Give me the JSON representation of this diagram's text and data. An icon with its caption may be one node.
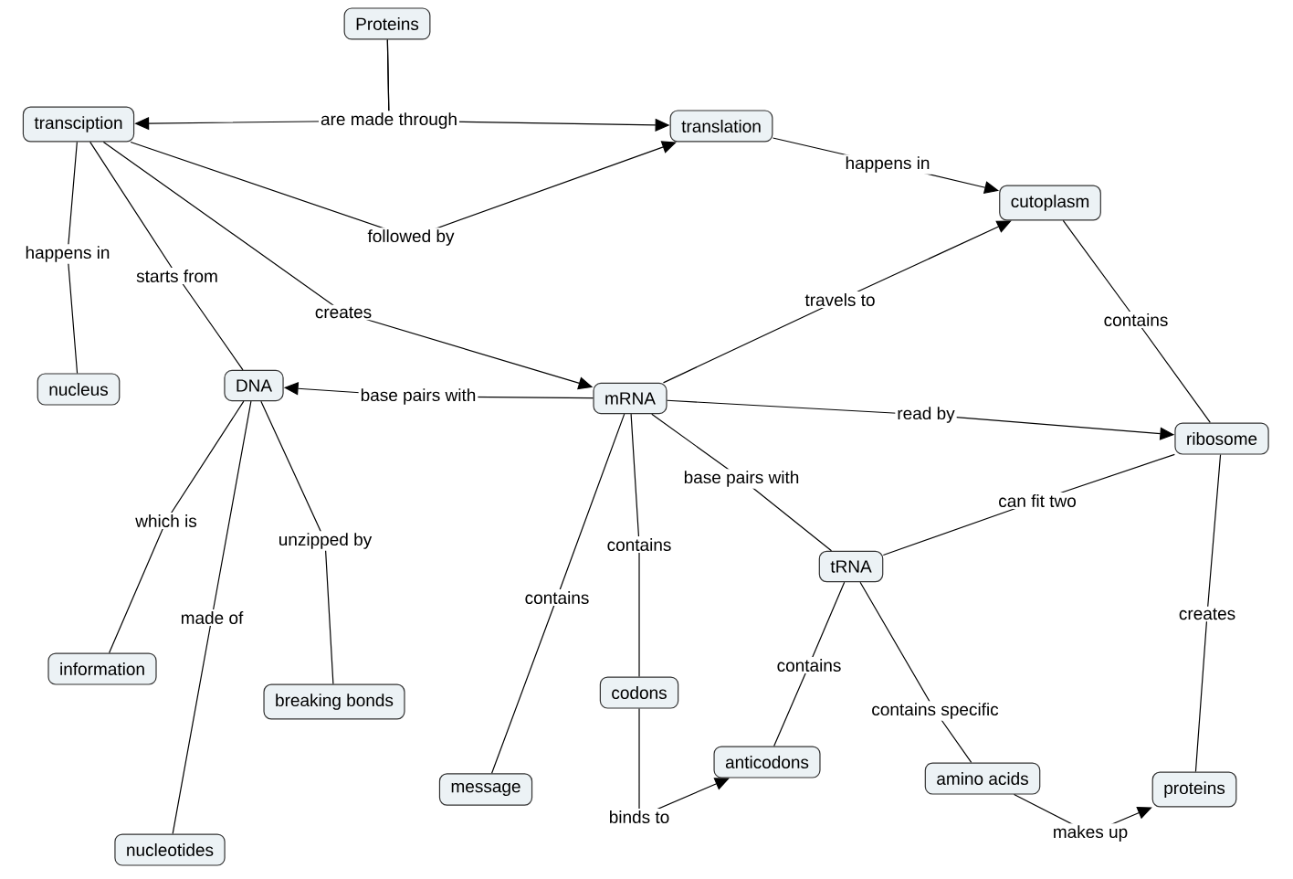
{
  "diagram": {
    "nodes": [
      {
        "text": [
          "Proteins"
        ]
      },
      {
        "text": [
          "transciption"
        ]
      },
      {
        "text": [
          "translation"
        ]
      },
      {
        "text": [
          "cutoplasm"
        ]
      },
      {
        "text": [
          "nucleus"
        ]
      },
      {
        "text": [
          "DNA"
        ]
      },
      {
        "text": [
          "mRNA"
        ]
      },
      {
        "text": [
          "ribosome"
        ]
      },
      {
        "text": [
          "tRNA"
        ]
      },
      {
        "text": [
          "information"
        ]
      },
      {
        "text": [
          "breaking bonds"
        ]
      },
      {
        "text": [
          "codons"
        ]
      },
      {
        "text": [
          "message"
        ]
      },
      {
        "text": [
          "anticodons"
        ]
      },
      {
        "text": [
          "amino acids"
        ]
      },
      {
        "text": [
          "proteins"
        ]
      },
      {
        "text": [
          "nucleotides"
        ]
      }
    ],
    "edges": [
      {
        "from": 0,
        "to": 1,
        "arrow": "to",
        "label": "are made through"
      },
      {
        "from": 0,
        "to": 2,
        "arrow": "to"
      },
      {
        "from": 1,
        "to": 2,
        "arrow": "to",
        "label": "followed by"
      },
      {
        "from": 2,
        "to": 3,
        "arrow": "to",
        "label": "happens in"
      },
      {
        "from": 1,
        "to": 4,
        "arrow": "none",
        "label": "happens in"
      },
      {
        "from": 1,
        "to": 5,
        "arrow": "none",
        "label": "starts from"
      },
      {
        "from": 1,
        "to": 6,
        "arrow": "to",
        "label": "creates"
      },
      {
        "from": 6,
        "to": 5,
        "arrow": "to",
        "label": "base pairs with"
      },
      {
        "from": 6,
        "to": 3,
        "arrow": "to",
        "label": "travels to"
      },
      {
        "from": 3,
        "to": 7,
        "arrow": "none",
        "label": "contains"
      },
      {
        "from": 6,
        "to": 7,
        "arrow": "to",
        "label": "read by"
      },
      {
        "from": 6,
        "to": 8,
        "arrow": "none",
        "label": "base pairs with"
      },
      {
        "from": 7,
        "to": 8,
        "arrow": "none",
        "label": "can fit two"
      },
      {
        "from": 5,
        "to": 9,
        "arrow": "none",
        "label": "which is"
      },
      {
        "from": 5,
        "to": 16,
        "arrow": "none",
        "label": "made of"
      },
      {
        "from": 5,
        "to": 10,
        "arrow": "none",
        "label": "unzipped by"
      },
      {
        "from": 6,
        "to": 12,
        "arrow": "none",
        "label": "contains"
      },
      {
        "from": 6,
        "to": 11,
        "arrow": "none",
        "label": "contains"
      },
      {
        "from": 11,
        "to": 13,
        "arrow": "to",
        "label": "binds to"
      },
      {
        "from": 8,
        "to": 13,
        "arrow": "none",
        "label": "contains"
      },
      {
        "from": 8,
        "to": 14,
        "arrow": "none",
        "label": "contains specific"
      },
      {
        "from": 14,
        "to": 15,
        "arrow": "to",
        "label": "makes up"
      },
      {
        "from": 7,
        "to": 15,
        "arrow": "none",
        "label": "creates"
      }
    ]
  }
}
